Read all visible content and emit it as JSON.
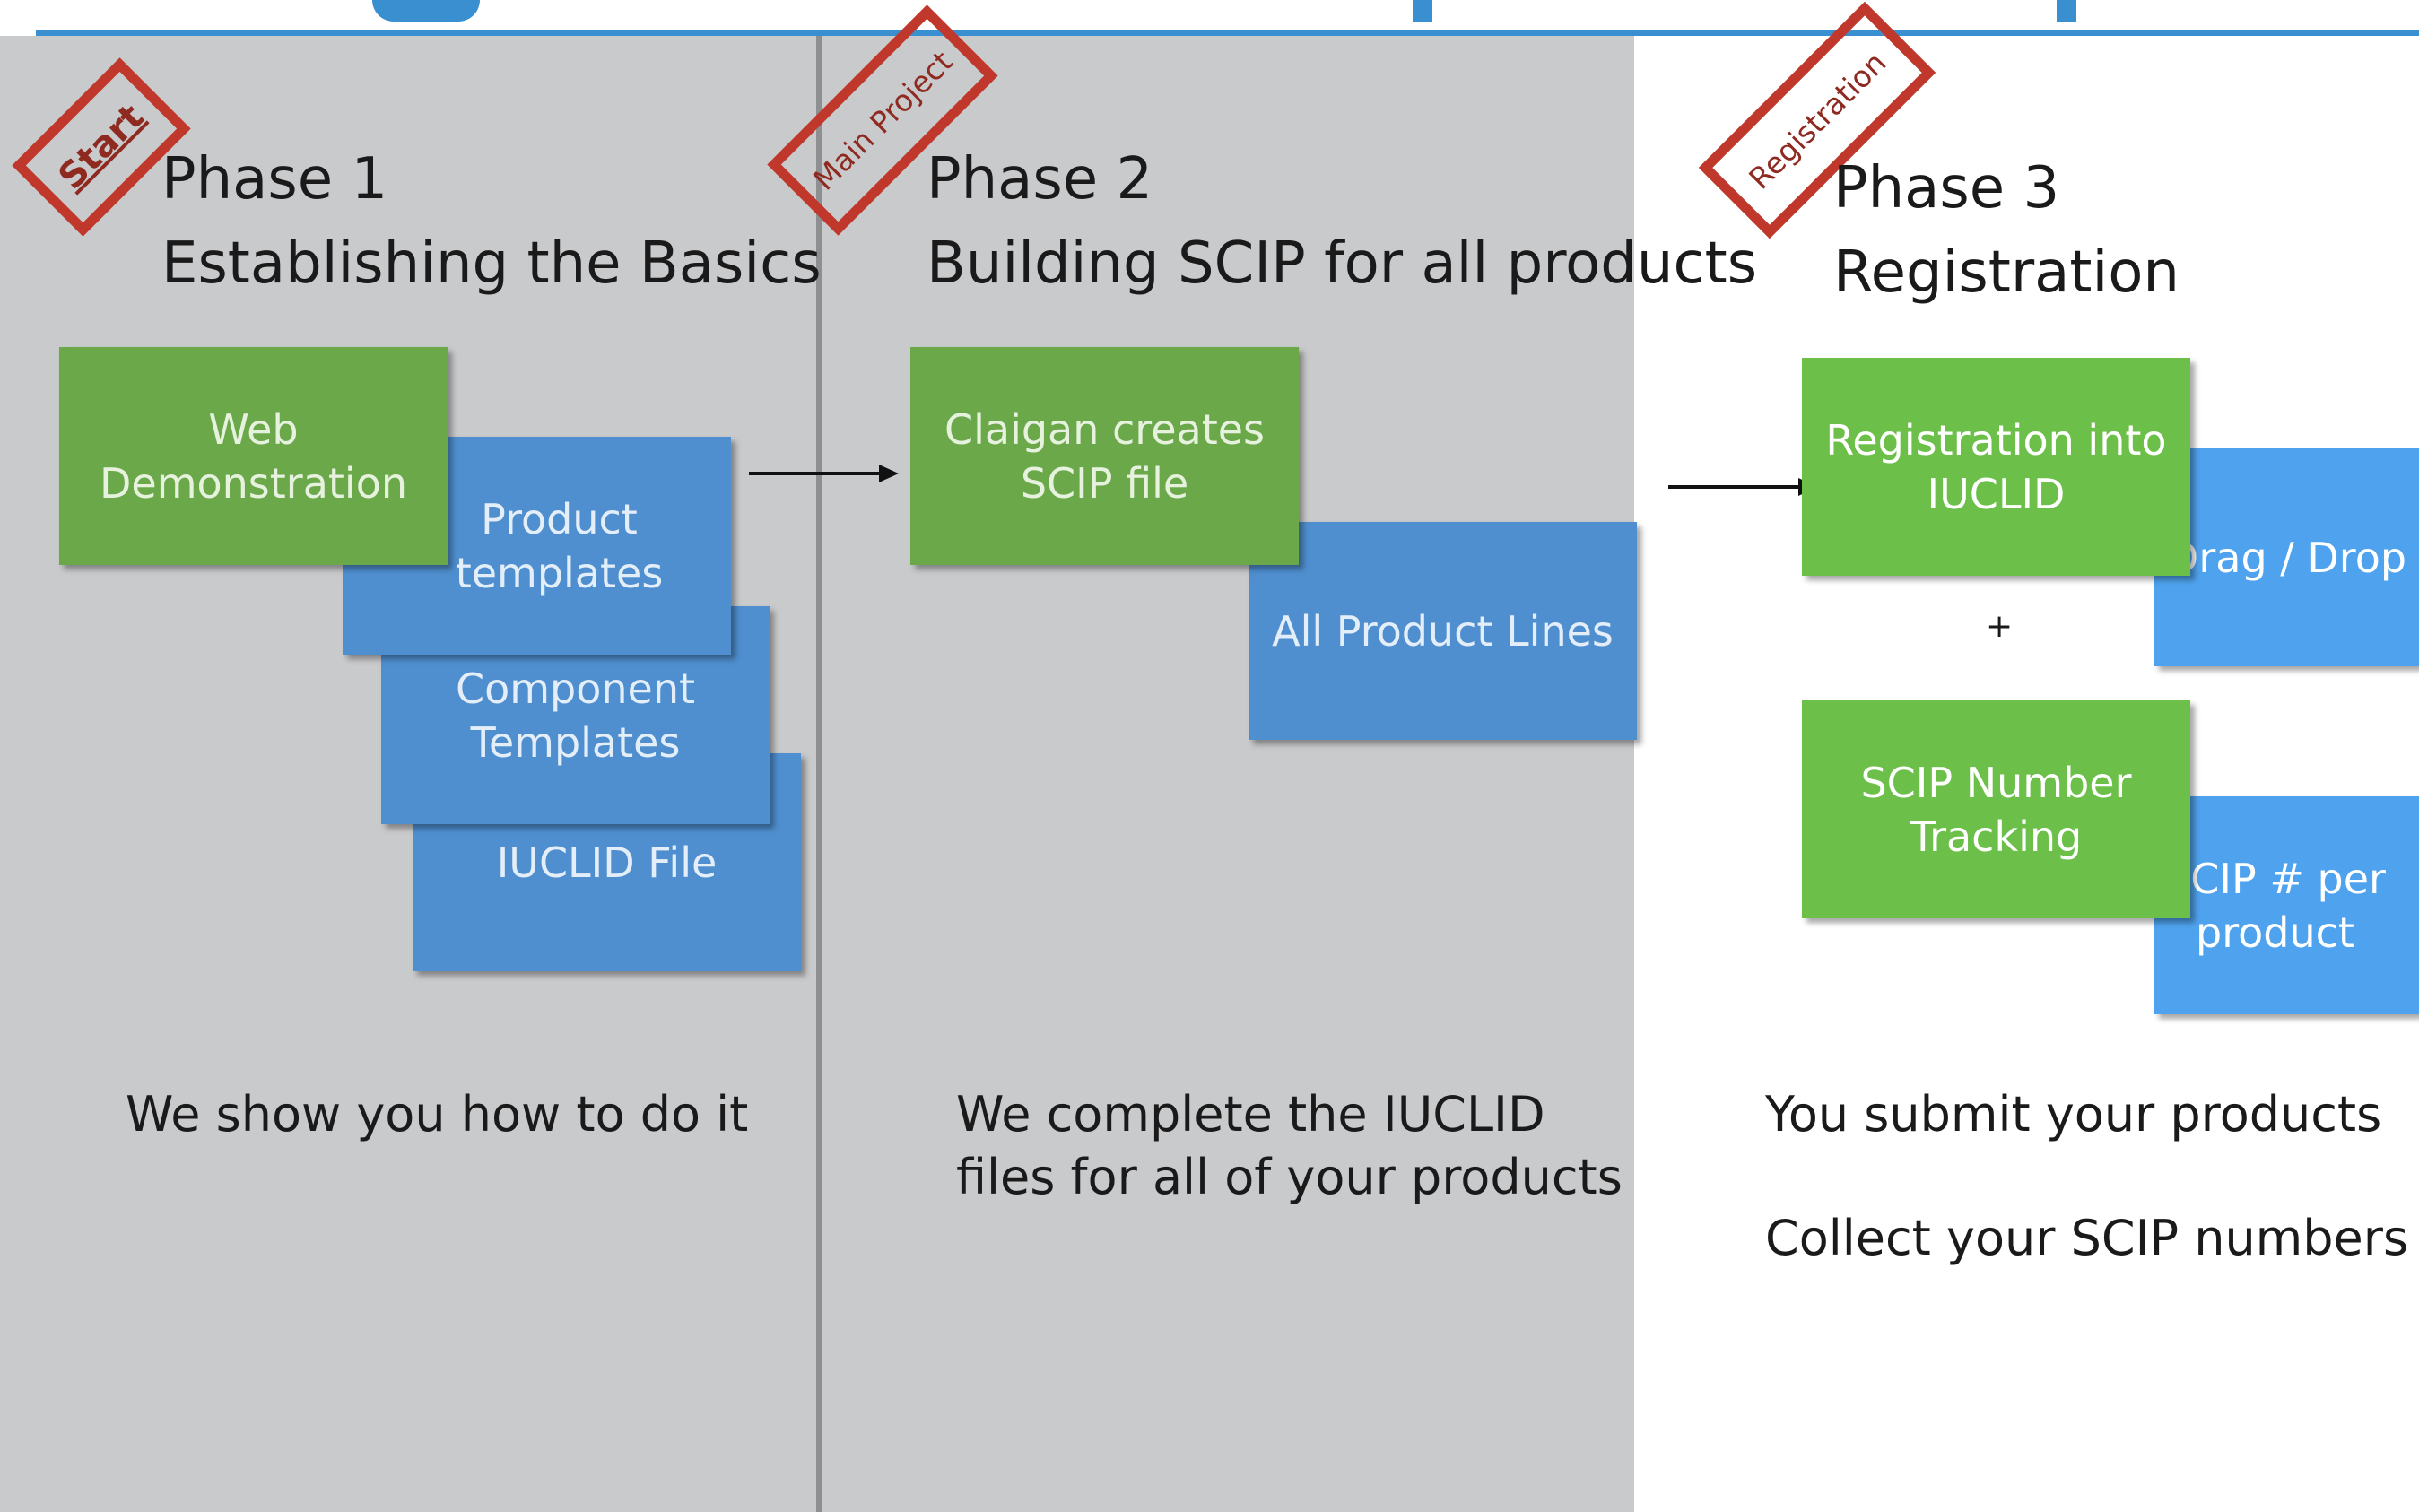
{
  "phases": [
    {
      "stamp": "Start",
      "title": "Phase 1",
      "subtitle": "Establishing the Basics",
      "boxes": [
        "Web Demonstration",
        "Product templates",
        "Component Templates",
        "IUCLID File"
      ],
      "description": "We show you how to do it"
    },
    {
      "stamp": "Main Project",
      "title": "Phase 2",
      "subtitle": "Building SCIP for all products",
      "boxes": [
        "Claigan creates SCIP file",
        "All Product Lines"
      ],
      "description": "We complete the IUCLID files for all of your products"
    },
    {
      "stamp": "Registration",
      "title": "Phase 3",
      "subtitle": "Registration",
      "boxes": [
        "Registration into IUCLID",
        "Drag / Drop",
        "SCIP Number Tracking",
        "SCIP # per product"
      ],
      "plus": "+",
      "description1": "You submit your products",
      "description2": "Collect your SCIP numbers"
    }
  ],
  "colors": {
    "gray_panel": "#c9cacc",
    "stamp_red": "#c0382b",
    "green_dark": "#6aa84a",
    "green_bright": "#6cc04a",
    "blue_dark": "#4f8fcf",
    "blue_bright": "#4fa3ee",
    "header_rule": "#3a8fd1"
  }
}
